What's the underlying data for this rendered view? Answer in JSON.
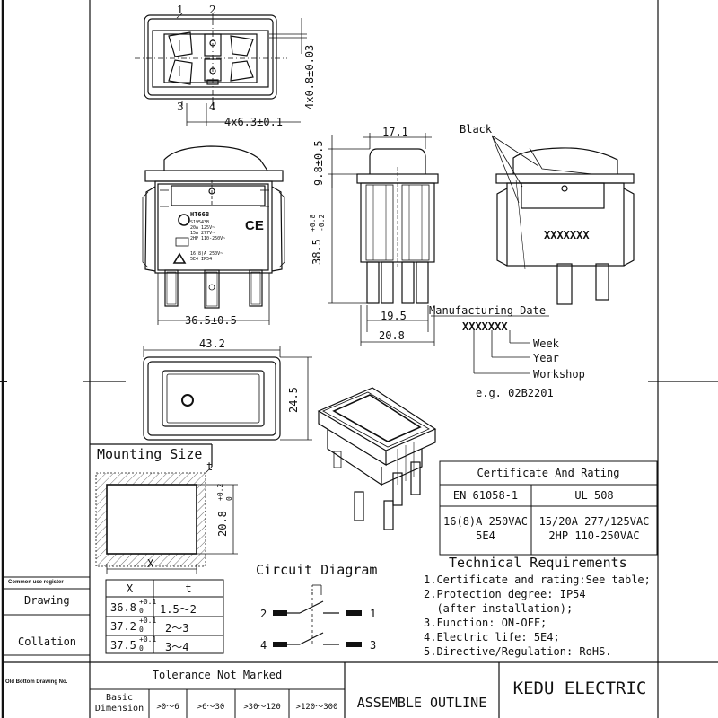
{
  "top_view": {
    "pin_labels": [
      "1",
      "2",
      "3",
      "4"
    ],
    "dim_width": "4x6.3±0.1",
    "dim_height": "4x0.8±0.03"
  },
  "front_view": {
    "dim_width": "36.5±0.5",
    "marking_lines": [
      "HT66B",
      "S19543B",
      "20A 125V~",
      "15A 277V~",
      "2HP 110-250V~",
      "16(8)A 250V~",
      "5E4  IP54"
    ]
  },
  "side_view": {
    "dim_top": "17.1",
    "dim_upper": "9.8±0.5",
    "dim_height": "38.5",
    "dim_height_tol_upper": "+0.8",
    "dim_height_tol_lower": "-0.2",
    "dim_inner": "19.5",
    "dim_bottom": "20.8"
  },
  "color_view": {
    "label_black": "Black",
    "code": "XXXXXXX"
  },
  "date_code": {
    "title": "Manufacturing Date",
    "code": "XXXXXXX",
    "week": "Week",
    "year": "Year",
    "workshop": "Workshop",
    "example": "e.g. 02B2201"
  },
  "bottom_view": {
    "dim_width": "43.2",
    "dim_height": "24.5"
  },
  "mounting": {
    "title": "Mounting Size",
    "label_t": "t",
    "label_x": "X",
    "dim_height": "20.8",
    "dim_tol_upper": "+0.2",
    "dim_tol_lower": "0",
    "table_headers": [
      "X",
      "t"
    ],
    "table_rows": [
      {
        "x": "36.8",
        "x_tol_upper": "+0.1",
        "x_tol_lower": "0",
        "t": "1.5～2"
      },
      {
        "x": "37.2",
        "x_tol_upper": "+0.1",
        "x_tol_lower": "0",
        "t": "2～3"
      },
      {
        "x": "37.5",
        "x_tol_upper": "+0.1",
        "x_tol_lower": "0",
        "t": "3～4"
      }
    ]
  },
  "certificate": {
    "title": "Certificate And Rating",
    "col1_head": "EN 61058-1",
    "col2_head": "UL 508",
    "col1_lines": [
      "16(8)A 250VAC",
      "5E4"
    ],
    "col2_lines": [
      "15/20A 277/125VAC",
      "2HP 110-250VAC"
    ]
  },
  "circuit": {
    "title": "Circuit Diagram",
    "terminals": [
      "2",
      "1",
      "4",
      "3"
    ]
  },
  "tech": {
    "title": "Technical Requirements",
    "items": [
      "1.Certificate and rating:See table;",
      "2.Protection degree: IP54",
      "  (after installation);",
      "3.Function: ON-OFF;",
      "4.Electric life: 5E4;",
      "5.Directive/Regulation: RoHS."
    ]
  },
  "side_block": {
    "common_use": "Common use register",
    "drawing": "Drawing",
    "collation": "Collation",
    "old_bottom": "Old Bottom Drawing No."
  },
  "title_block": {
    "tolerance_title": "Tolerance Not Marked",
    "basic_dim": "Basic Dimension",
    "ranges": [
      ">0～6",
      ">6～30",
      ">30～120",
      ">120～300"
    ],
    "doc_title": "ASSEMBLE OUTLINE",
    "company": "KEDU ELECTRIC"
  }
}
